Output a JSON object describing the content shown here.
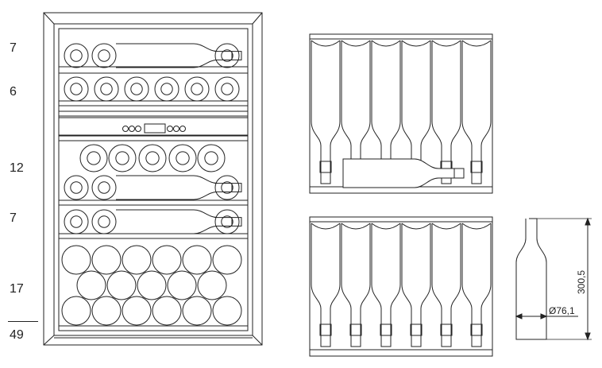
{
  "shelf_counts": [
    "7",
    "6",
    "12",
    "7",
    "17"
  ],
  "total": "49",
  "bottle_dimensions": {
    "height": "300,5",
    "diameter": "Ø76,1"
  }
}
